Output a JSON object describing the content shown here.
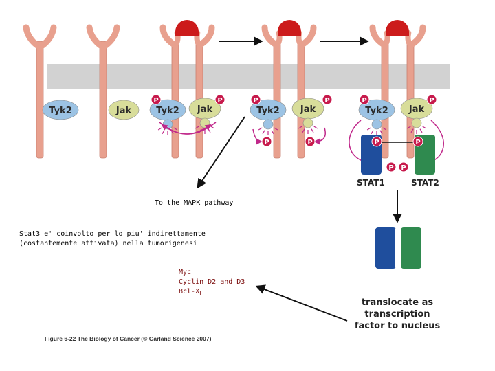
{
  "labels": {
    "tyk2": "Tyk2",
    "jak": "Jak",
    "p": "P",
    "stat1": "STAT1",
    "stat2": "STAT2"
  },
  "translocate": [
    "translocate as",
    "transcription",
    "factor to nucleus"
  ],
  "notes": {
    "mapk": "To the MAPK pathway",
    "stat3_line1": "Stat3 e' coinvolto per lo piu' indirettamente",
    "stat3_line2": "(costantemente attivata) nella tumorigenesi",
    "myc": "Myc",
    "cyclin": "Cyclin D2 and D3",
    "bcl": "Bcl-X",
    "bcl_sub": "L"
  },
  "caption": "Figure 6-22 The Biology of Cancer (© Garland Science 2007)",
  "colors": {
    "receptor": "#e8a08e",
    "membrane": "#d2d2d2",
    "ligand": "#cc1b1b",
    "kinase": "#9cc3e4",
    "jak": "#d8dd9a",
    "phosphate": "#c71a4c",
    "magenta": "#c0288a",
    "stat1": "#1f4e9d",
    "stat2": "#2f8a4f"
  }
}
